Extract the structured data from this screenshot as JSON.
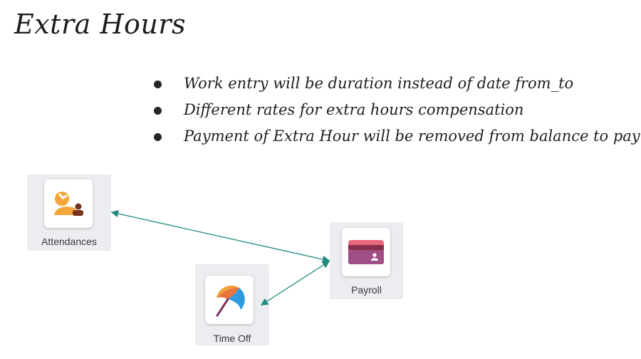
{
  "slide": {
    "title": "Extra Hours",
    "bullets": [
      "Work entry will be duration instead of date from_to",
      "Different rates for extra hours compensation",
      "Payment of Extra Hour will be removed from balance to pay"
    ]
  },
  "apps": {
    "attendances": {
      "label": "Attendances",
      "icon": "attendances-icon"
    },
    "payroll": {
      "label": "Payroll",
      "icon": "payroll-icon"
    },
    "time_off": {
      "label": "Time Off",
      "icon": "time-off-icon"
    }
  },
  "connections": [
    {
      "from": "Attendances",
      "to": "Payroll",
      "direction": "both"
    },
    {
      "from": "Time Off",
      "to": "Payroll",
      "direction": "both"
    }
  ],
  "colors": {
    "arrow": "#1f8a80",
    "card_bg": "#ecedf0"
  }
}
